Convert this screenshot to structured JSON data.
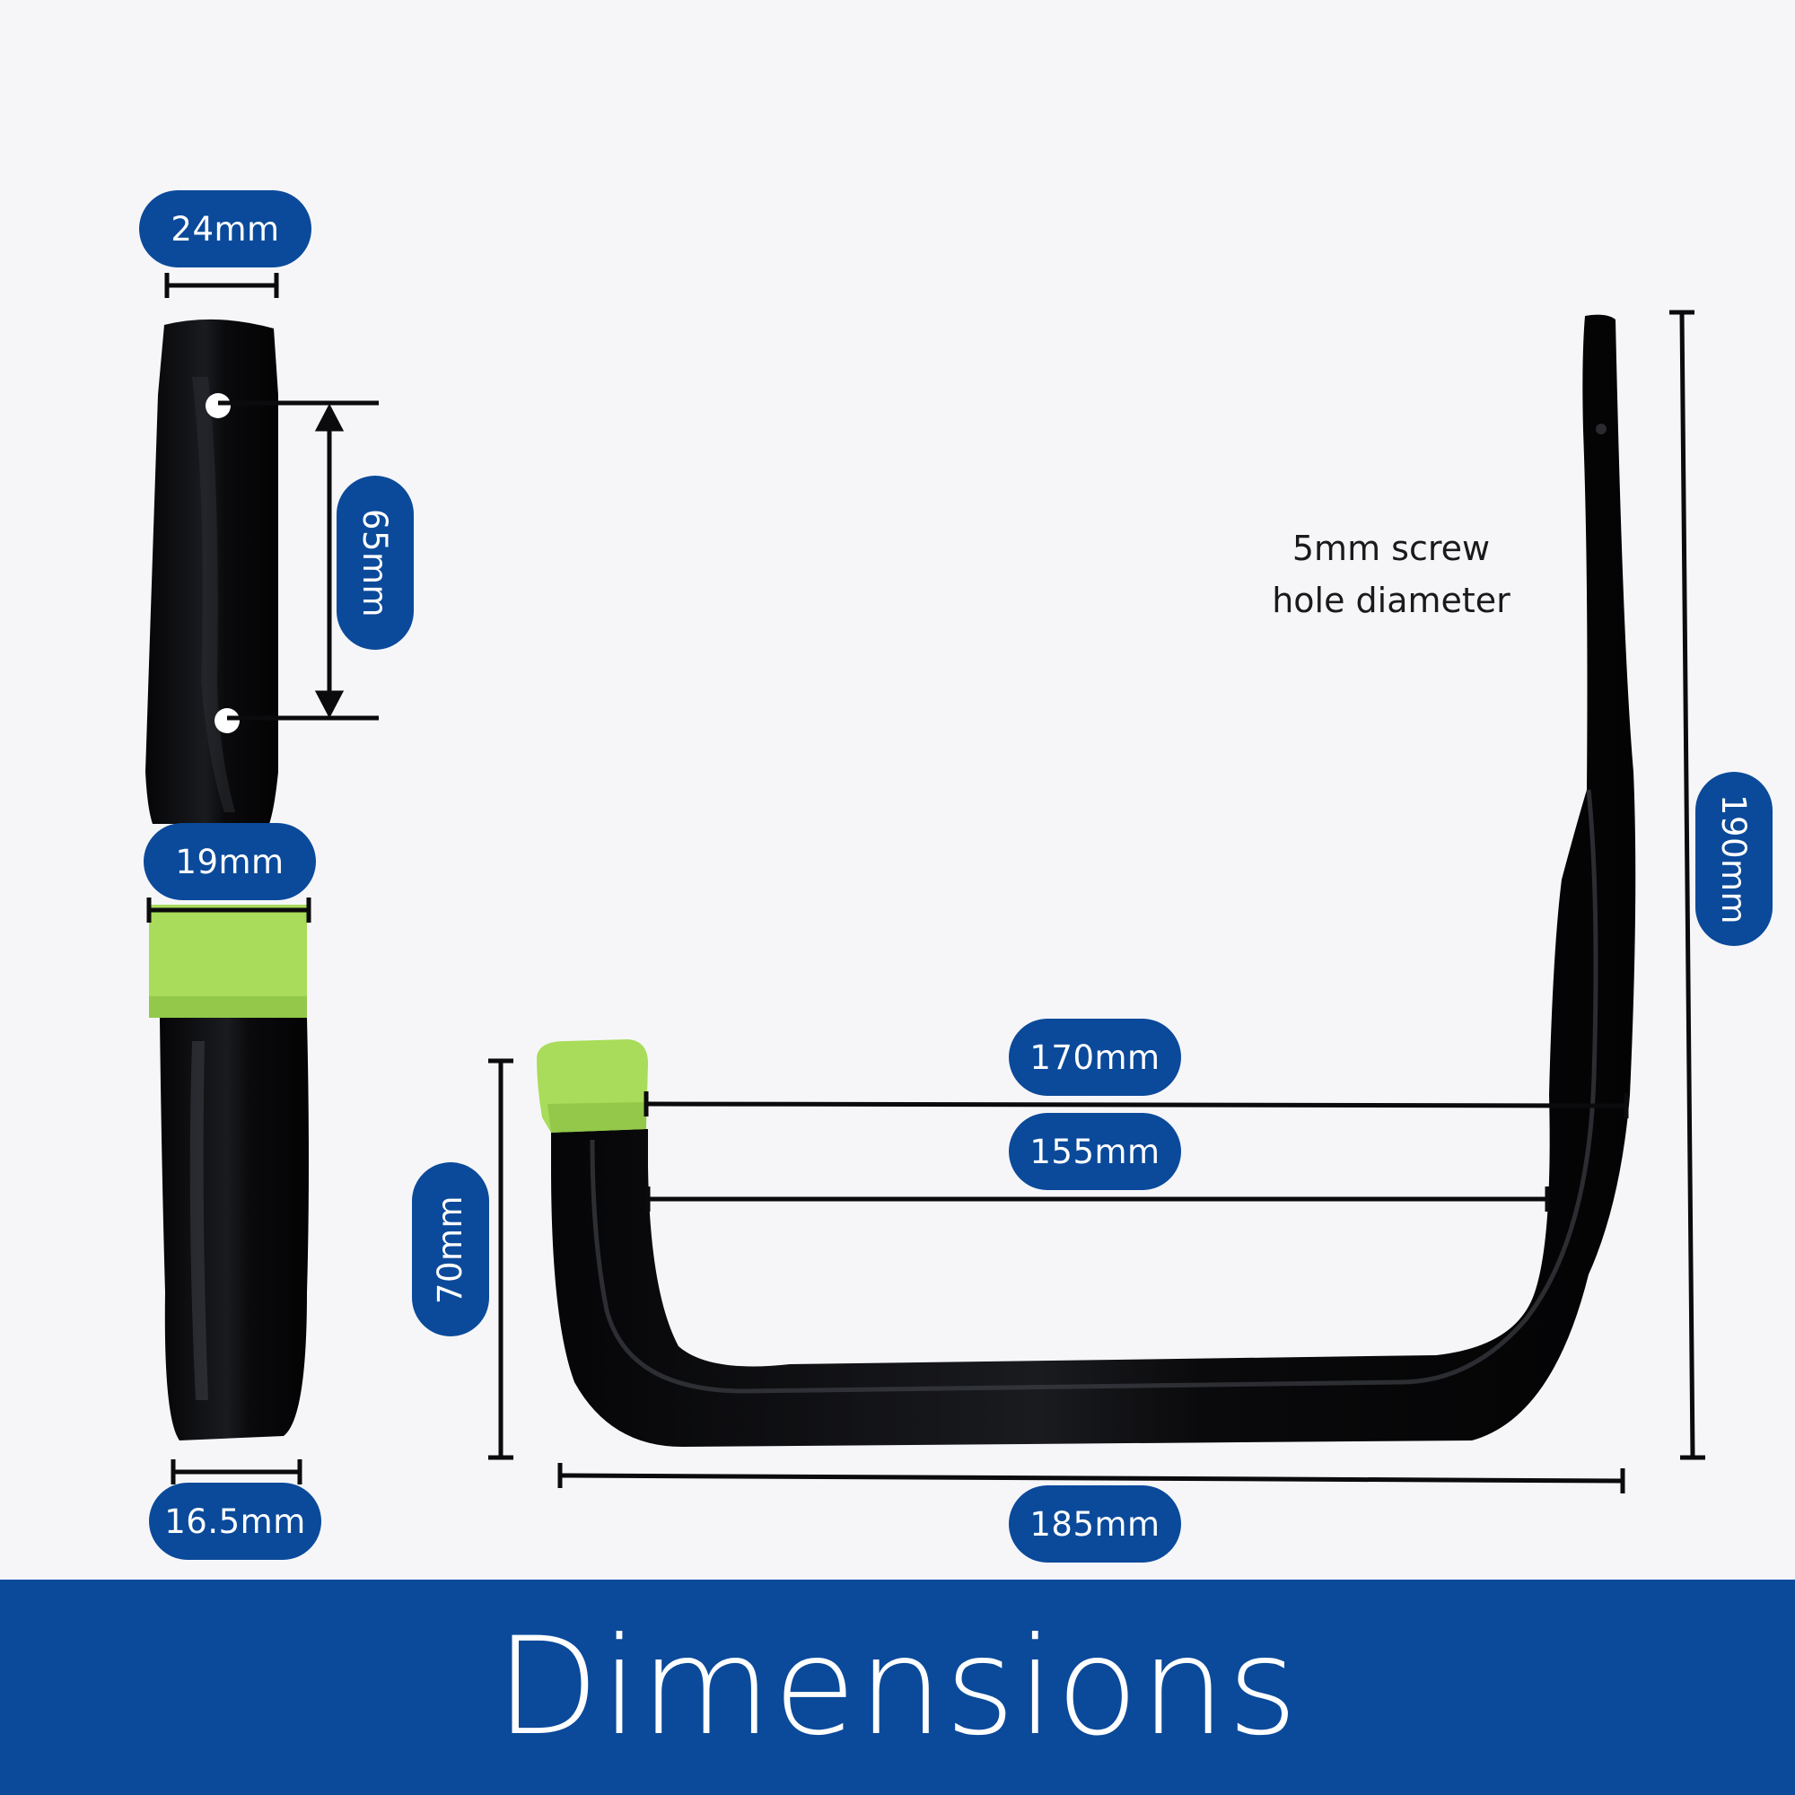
{
  "colors": {
    "background": "#f6f6f9",
    "accent_blue": "#0b4a9a",
    "cap_green": "#a9dc5a",
    "bracket_black": "#0c0c0e"
  },
  "labels": {
    "width_top": "24mm",
    "hole_spacing": "65mm",
    "width_middle": "19mm",
    "width_bottom": "16.5mm",
    "hook_height": "70mm",
    "inner_span_outer": "170mm",
    "inner_span_inner": "155mm",
    "overall_length": "185mm",
    "overall_height": "190mm"
  },
  "note": {
    "line1": "5mm screw",
    "line2": "hole diameter"
  },
  "footer": {
    "title": "Dimensions"
  }
}
